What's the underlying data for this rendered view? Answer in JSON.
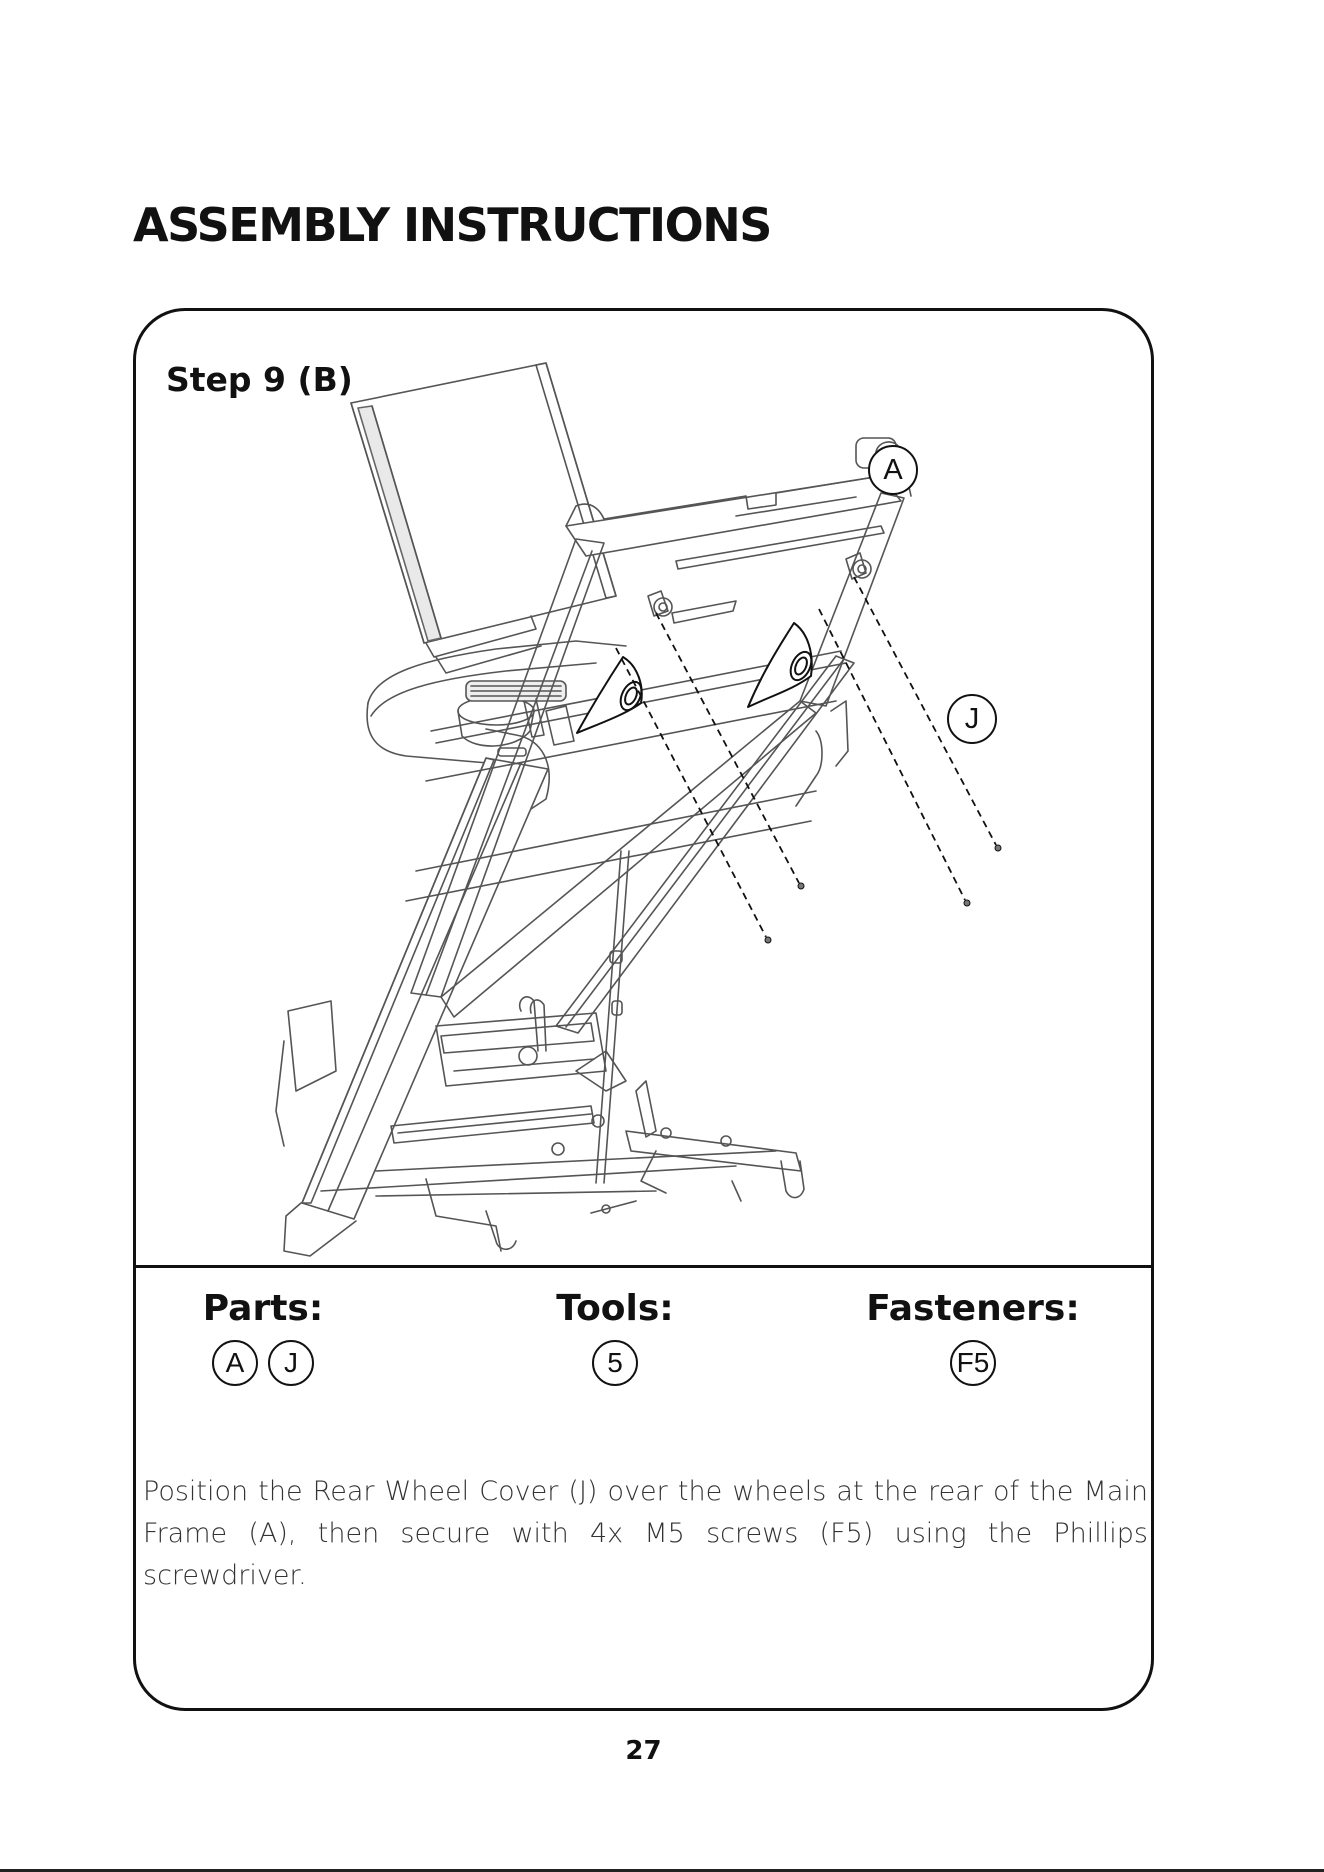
{
  "header": {
    "title": "ASSEMBLY INSTRUCTIONS"
  },
  "step": {
    "title": "Step 9 (B)"
  },
  "diagram": {
    "callout_frame": "A",
    "callout_cover": "J"
  },
  "parts": {
    "heading": "Parts:",
    "items": [
      "A",
      "J"
    ]
  },
  "tools": {
    "heading": "Tools:",
    "items": [
      "5"
    ]
  },
  "fasteners": {
    "heading": "Fasteners:",
    "items": [
      "F5"
    ]
  },
  "instructions": {
    "text": "Position the Rear Wheel Cover (J) over the wheels at the rear of the Main Frame (A), then secure with 4x M5 screws (F5) using the Phillips screwdriver."
  },
  "footer": {
    "page_number": "27"
  }
}
